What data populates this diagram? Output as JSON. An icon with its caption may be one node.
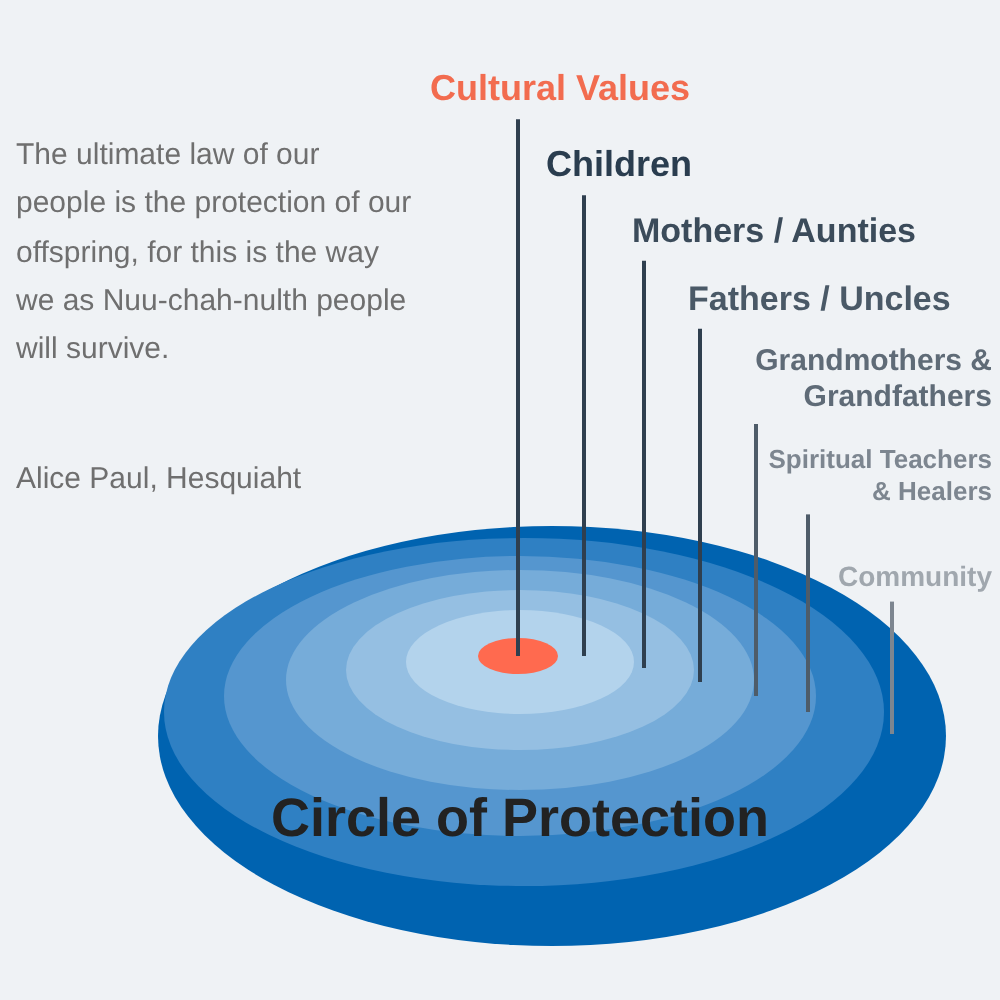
{
  "diagram": {
    "nodes": [
      {
        "text": [
          "Cultural Values"
        ]
      },
      {
        "text": [
          "Children"
        ]
      },
      {
        "text": [
          "Mothers / Aunties"
        ]
      },
      {
        "text": [
          "Fathers / Uncles"
        ]
      },
      {
        "text": [
          "Grandmothers & Grandfathers"
        ]
      },
      {
        "text": [
          "Spiritual Teachers & Healers"
        ]
      },
      {
        "text": [
          "Community"
        ]
      },
      {
        "text": [],
        "shape": "ellipse",
        "in": 8
      },
      {
        "text": [],
        "shape": "ellipse",
        "in": 9
      },
      {
        "text": [],
        "shape": "ellipse",
        "in": 10
      },
      {
        "text": [],
        "shape": "ellipse",
        "in": 11
      },
      {
        "text": [],
        "shape": "ellipse",
        "in": 12
      },
      {
        "text": [],
        "shape": "ellipse",
        "in": 13
      },
      {
        "text": [],
        "shape": "ellipse"
      }
    ],
    "edges": [
      {
        "from": 0,
        "to": 7,
        "arrow": "none"
      },
      {
        "from": 1,
        "to": 8,
        "arrow": "none"
      },
      {
        "from": 2,
        "to": 9,
        "arrow": "none"
      },
      {
        "from": 3,
        "to": 10,
        "arrow": "none"
      },
      {
        "from": 4,
        "to": 11,
        "arrow": "none"
      },
      {
        "from": 5,
        "to": 12,
        "arrow": "none"
      },
      {
        "from": 6,
        "to": 13,
        "arrow": "none"
      }
    ],
    "labels": [
      "The ultimate law of our people is the protection of our offspring, for this is the way we as Nuu-chah-nulth people will survive.",
      "Alice Paul, Hesquiaht",
      "Circle of Protection"
    ]
  }
}
